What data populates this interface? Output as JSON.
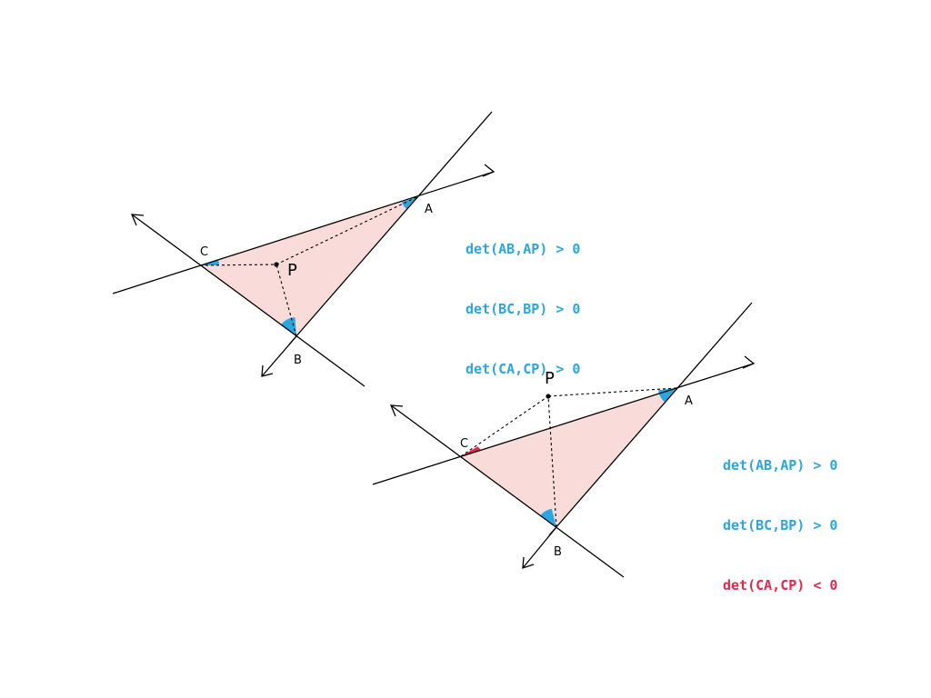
{
  "colors": {
    "positive": "#2aa6e0",
    "negative": "#e2284b",
    "fill": "#f9dcd9"
  },
  "diagrams": [
    {
      "labels": {
        "A": "A",
        "B": "B",
        "C": "C",
        "P": "P"
      },
      "conditions": [
        {
          "text": "det(AB,AP) > 0",
          "sign": "positive"
        },
        {
          "text": "det(BC,BP) > 0",
          "sign": "positive"
        },
        {
          "text": "det(CA,CP) > 0",
          "sign": "positive"
        }
      ]
    },
    {
      "labels": {
        "A": "A",
        "B": "B",
        "C": "C",
        "P": "P"
      },
      "conditions": [
        {
          "text": "det(AB,AP) > 0",
          "sign": "positive"
        },
        {
          "text": "det(BC,BP) > 0",
          "sign": "positive"
        },
        {
          "text": "det(CA,CP) < 0",
          "sign": "negative"
        }
      ]
    }
  ]
}
